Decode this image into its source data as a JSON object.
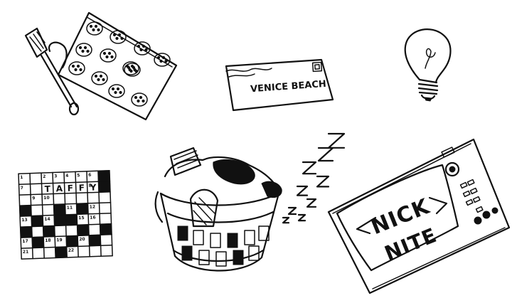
{
  "illustration": {
    "ink_color": "#111111",
    "paper_color": "#ffffff",
    "items": {
      "cookie_tray": {
        "icon": "cookie-tray-icon"
      },
      "spatula": {
        "icon": "spatula-icon"
      },
      "postcard": {
        "icon": "postcard-icon",
        "text": "VENICE BEACH"
      },
      "light_bulb": {
        "icon": "light-bulb-icon"
      },
      "crossword": {
        "icon": "crossword-icon",
        "word": "TAFFY",
        "numbers": [
          "1",
          "2",
          "3",
          "4",
          "5",
          "6",
          "7",
          "8",
          "9",
          "10",
          "11",
          "12",
          "13",
          "14",
          "15",
          "16",
          "17",
          "18",
          "19",
          "20",
          "21",
          "22"
        ]
      },
      "laundry_basket": {
        "icon": "laundry-basket-icon"
      },
      "sleep_z": {
        "icon": "sleep-z-icon"
      },
      "television": {
        "icon": "television-icon",
        "line1": "NICK",
        "line2": "NITE"
      }
    }
  }
}
